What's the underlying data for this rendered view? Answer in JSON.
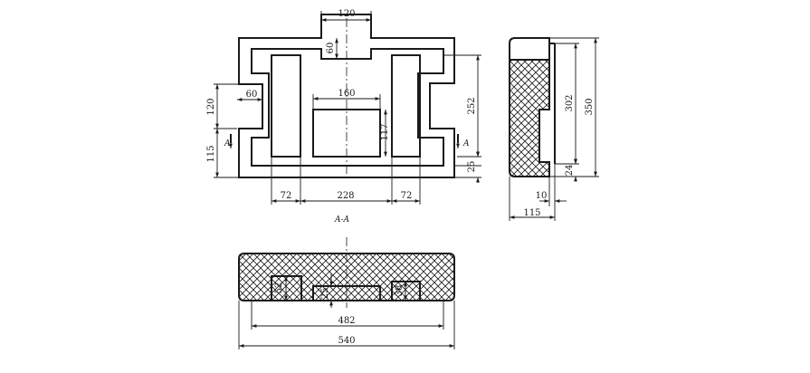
{
  "front_view": {
    "dims": {
      "top_width": "120",
      "top_depth": "60",
      "inner_width": "160",
      "left_notch_width": "60",
      "left_notch_height": "120",
      "left_lower": "115",
      "inner_height": "117",
      "right_height": "252",
      "bottom_gap": "25",
      "bottom_left": "72",
      "bottom_middle": "228",
      "bottom_right": "72"
    },
    "section_mark": "A"
  },
  "side_view": {
    "dims": {
      "inner_height": "302",
      "total_height": "350",
      "bottom_gap": "24",
      "wall": "10",
      "width": "115"
    }
  },
  "section_view": {
    "title": "A-A",
    "dims": {
      "pocket_left": "52",
      "pocket_middle": "25",
      "pocket_right": "38",
      "inner_length": "482",
      "total_length": "540"
    }
  }
}
